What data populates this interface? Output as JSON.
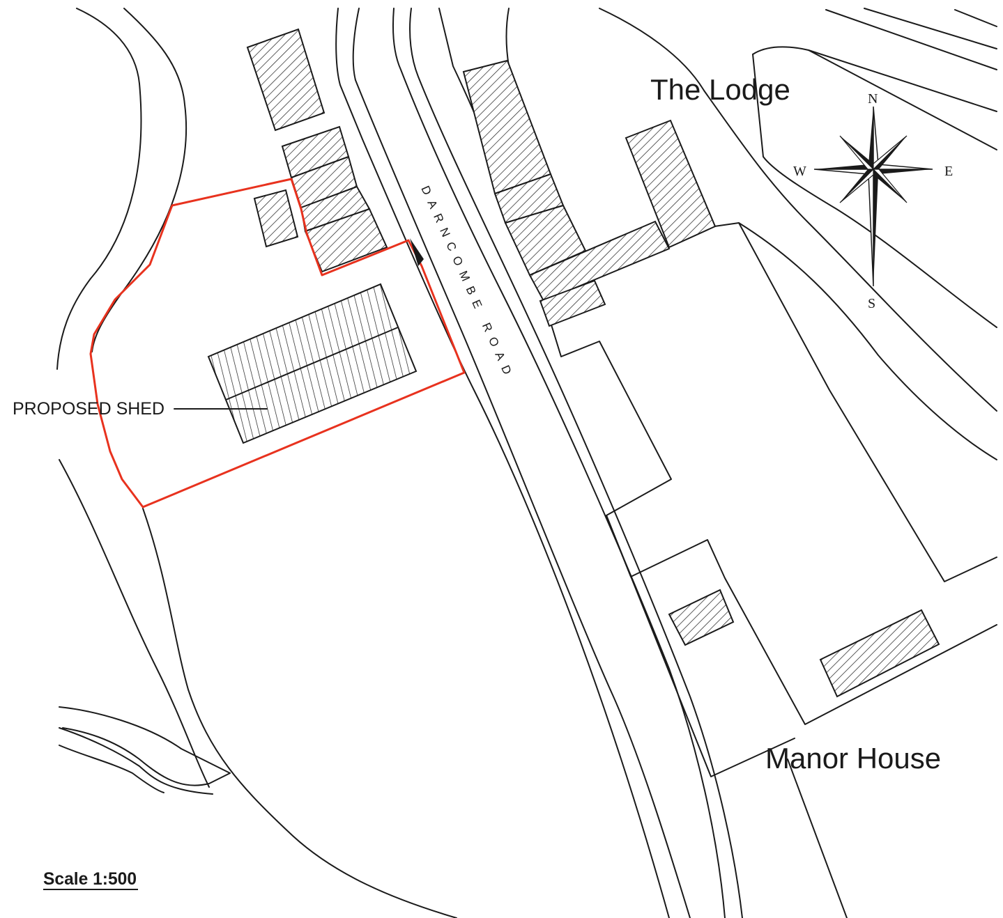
{
  "labels": {
    "the_lodge": "The Lodge",
    "manor_house": "Manor House",
    "road": "DARNCOMBE ROAD",
    "proposed_shed": "PROPOSED SHED",
    "scale": "Scale 1:500"
  },
  "compass": {
    "north": "N",
    "south": "S",
    "east": "E",
    "west": "W"
  },
  "colors": {
    "boundary": "#e8321e",
    "linework": "#1a1a1a",
    "background": "#ffffff"
  }
}
